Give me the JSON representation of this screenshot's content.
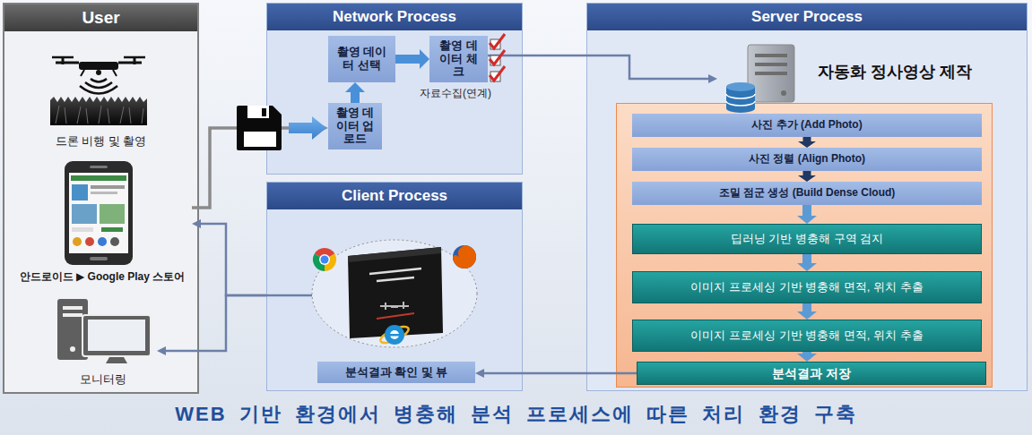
{
  "diagram": {
    "caption": "WEB 기반 환경에서 병충해 분석 프로세스에 따른 처리 환경 구축",
    "nodes": [
      {
        "text": [
          "User"
        ]
      },
      {
        "text": [
          "드론 비행 및 촬영"
        ],
        "in": 0
      },
      {
        "text": [
          "안드로이드 ▶ Google Play 스토어"
        ],
        "in": 0
      },
      {
        "text": [
          "모니터링"
        ],
        "in": 0
      },
      {
        "text": [
          "Network Process"
        ]
      },
      {
        "text": [
          "촬영 데이터 선택"
        ],
        "in": 4
      },
      {
        "text": [
          "촬영 데이터 체크"
        ],
        "in": 4
      },
      {
        "text": [
          "촬영 데이터 업로드"
        ],
        "in": 4
      },
      {
        "text": [
          "Client Process"
        ]
      },
      {
        "text": [
          "분석결과 확인 및 뷰"
        ],
        "in": 8
      },
      {
        "text": [
          "Server Process"
        ]
      },
      {
        "text": [
          "자동화 정사영상 제작"
        ],
        "in": 10
      },
      {
        "text": [
          "사진 추가 (Add Photo)"
        ],
        "in": 10
      },
      {
        "text": [
          "사진 정렬 (Align Photo)"
        ],
        "in": 10
      },
      {
        "text": [
          "조밀 점군 생성 (Build Dense Cloud)"
        ],
        "in": 10
      },
      {
        "text": [
          "딥러닝 기반 병충해 구역 검지"
        ],
        "in": 10
      },
      {
        "text": [
          "이미지 프로세싱 기반 병충해 면적, 위치 추출"
        ],
        "in": 10
      },
      {
        "text": [
          "이미지 프로세싱 기반 병충해 면적, 위치 추출"
        ],
        "in": 10
      },
      {
        "text": [
          "분석결과 저장"
        ],
        "in": 10
      }
    ],
    "edges": [
      {
        "from": 2,
        "to": 7,
        "arrow": "to"
      },
      {
        "from": 7,
        "to": 5,
        "arrow": "to"
      },
      {
        "from": 5,
        "to": 6,
        "arrow": "to"
      },
      {
        "from": 6,
        "to": 11,
        "arrow": "to"
      },
      {
        "from": 12,
        "to": 13,
        "arrow": "to"
      },
      {
        "from": 13,
        "to": 14,
        "arrow": "to"
      },
      {
        "from": 14,
        "to": 15,
        "arrow": "to"
      },
      {
        "from": 15,
        "to": 16,
        "arrow": "to"
      },
      {
        "from": 16,
        "to": 17,
        "arrow": "to"
      },
      {
        "from": 17,
        "to": 18,
        "arrow": "to"
      },
      {
        "from": 18,
        "to": 9,
        "arrow": "to"
      },
      {
        "from": 8,
        "to": 2,
        "arrow": "to"
      },
      {
        "from": 8,
        "to": 3,
        "arrow": "to"
      }
    ],
    "labels": [
      "자료수집(연계)"
    ]
  }
}
